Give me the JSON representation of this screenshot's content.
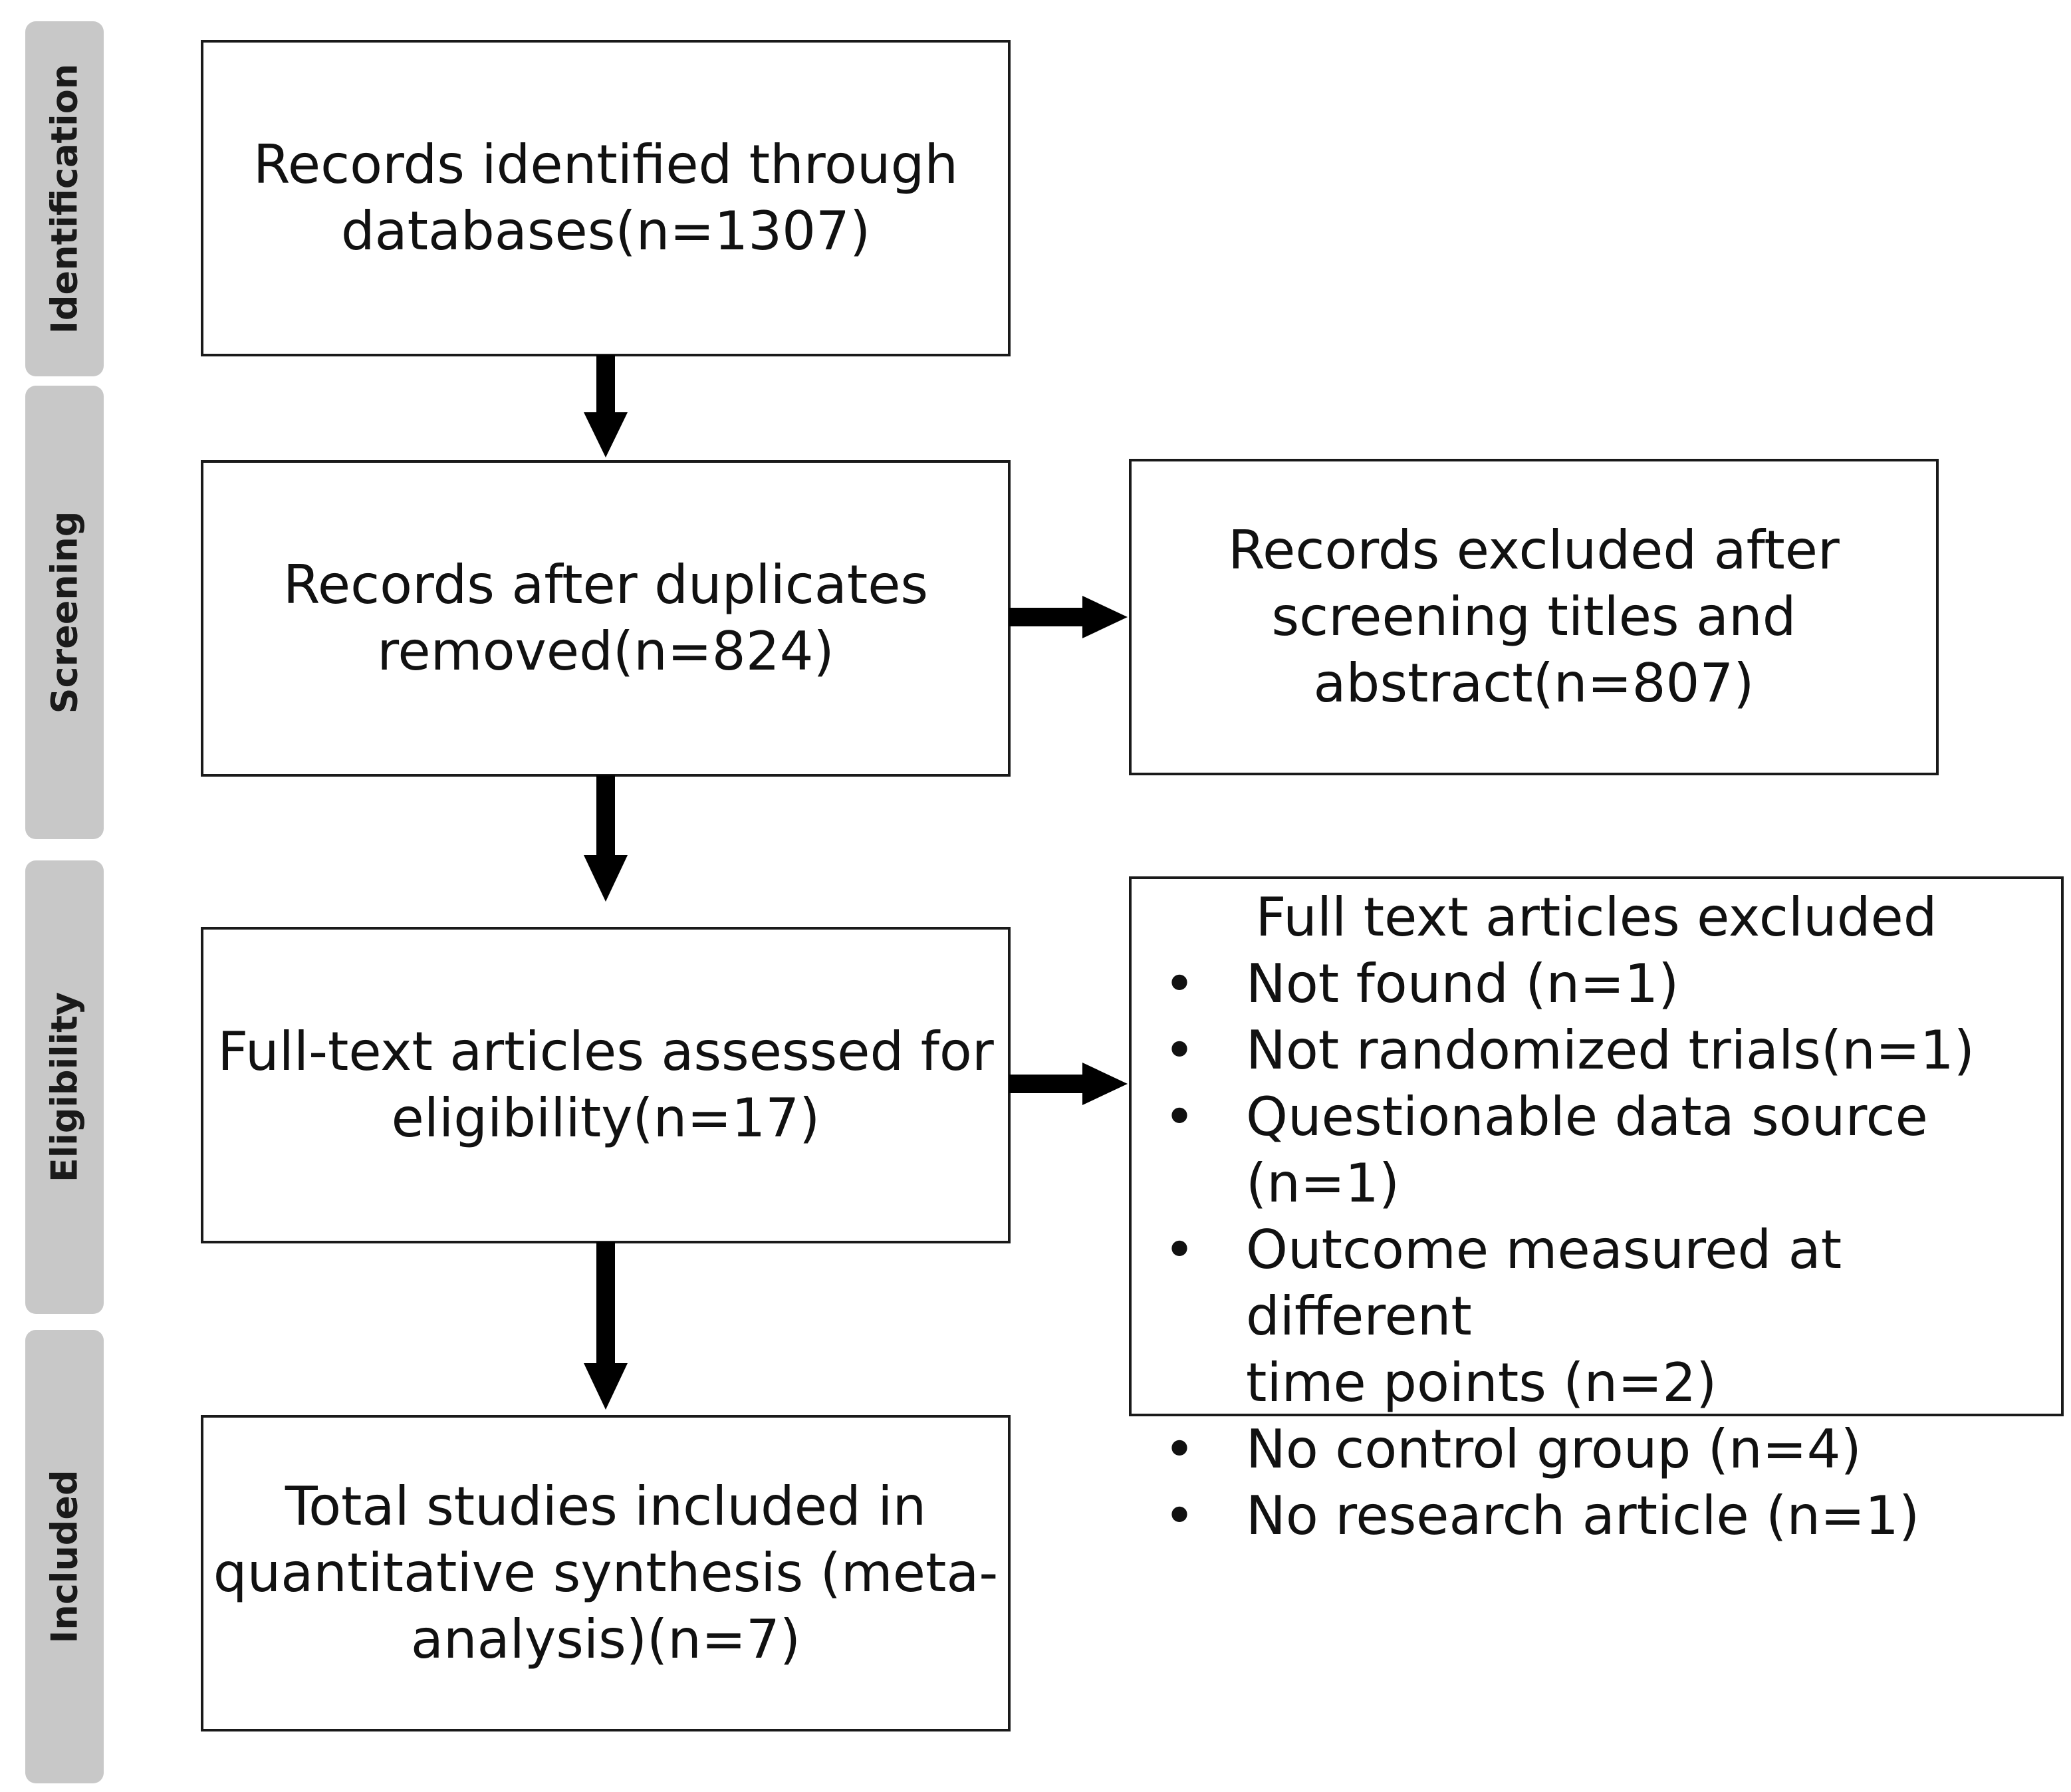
{
  "stages": [
    {
      "id": "identification",
      "label": "Identification"
    },
    {
      "id": "screening",
      "label": "Screening"
    },
    {
      "id": "eligibility",
      "label": "Eligibility"
    },
    {
      "id": "included",
      "label": "Included"
    }
  ],
  "boxes": {
    "identified": [
      "Records identified through",
      "databases(n=1307)"
    ],
    "after_duplicates": [
      "Records after duplicates",
      "removed(n=824)"
    ],
    "excluded_screening": [
      "Records excluded after",
      "screening titles and",
      "abstract(n=807)"
    ],
    "full_text_assessed": [
      "Full-text articles assessed for",
      "eligibility(n=17)"
    ],
    "included_studies": [
      "Total studies included in",
      "quantitative synthesis (meta-",
      "analysis)(n=7)"
    ]
  },
  "full_text_excluded": {
    "title": "Full text articles excluded",
    "bullet": "•",
    "items": [
      {
        "lines": [
          "Not found (n=1)"
        ]
      },
      {
        "lines": [
          "Not randomized trials(n=1)"
        ]
      },
      {
        "lines": [
          "Questionable data source (n=1)"
        ]
      },
      {
        "lines": [
          "Outcome measured at different",
          "time points (n=2)"
        ]
      },
      {
        "lines": [
          "No control group (n=4)"
        ]
      },
      {
        "lines": [
          "No research article (n=1)"
        ]
      }
    ]
  }
}
